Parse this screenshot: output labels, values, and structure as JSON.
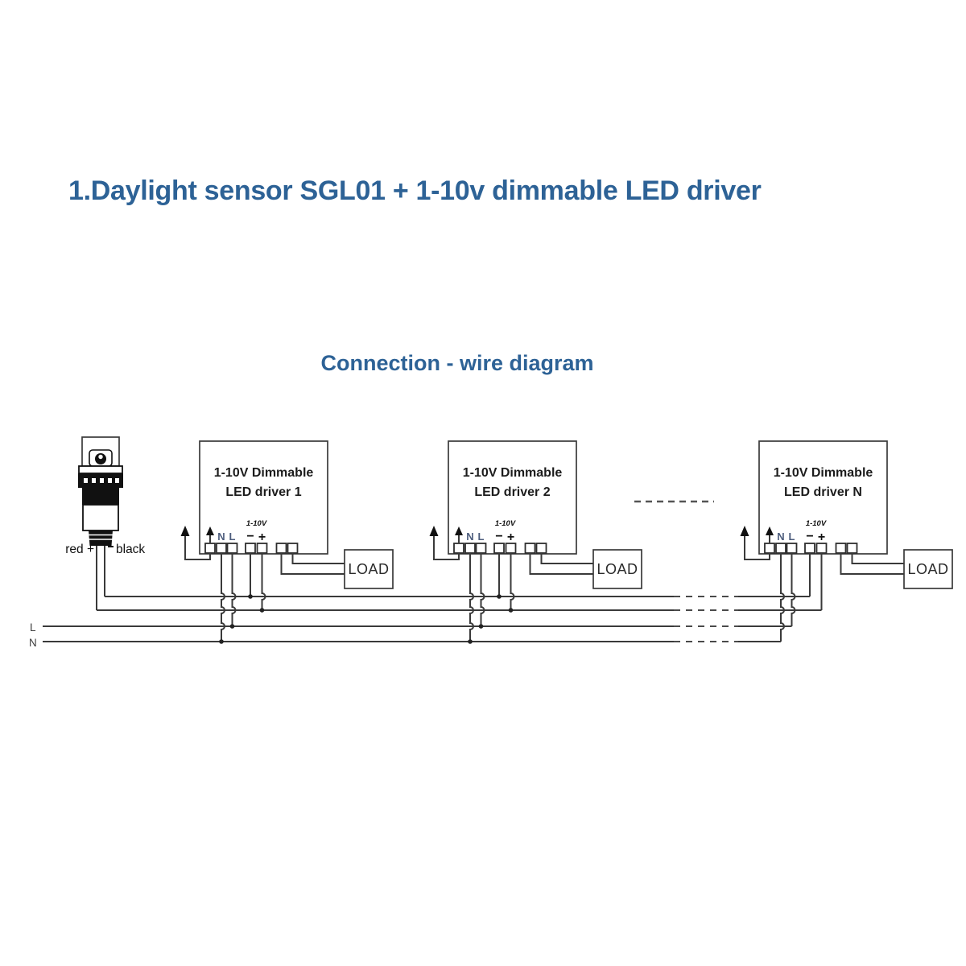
{
  "header": {
    "title": "1.Daylight sensor SGL01 + 1-10v dimmable LED driver",
    "subtitle": "Connection - wire diagram"
  },
  "diagram": {
    "sensor": {
      "red_label": "red +",
      "black_label": "black"
    },
    "mains": {
      "line_label": "L",
      "neutral_label": "N"
    },
    "terminal_labels": {
      "neutral": "N",
      "line": "L",
      "dim": "1-10V",
      "minus": "−",
      "plus": "+"
    },
    "drivers": [
      {
        "line1": "1-10V Dimmable",
        "line2": "LED driver 1",
        "load": "LOAD"
      },
      {
        "line1": "1-10V Dimmable",
        "line2": "LED driver 2",
        "load": "LOAD"
      },
      {
        "line1": "1-10V Dimmable",
        "line2": "LED driver N",
        "load": "LOAD"
      }
    ],
    "colors": {
      "accent": "#2d6296",
      "line": "#3a3a3a"
    }
  }
}
